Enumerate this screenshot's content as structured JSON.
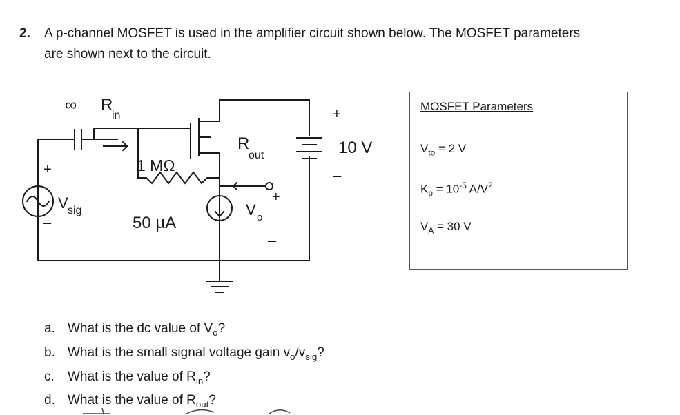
{
  "problem": {
    "number": "2.",
    "text_line1": "A p-channel MOSFET is used in the amplifier circuit shown below. The MOSFET parameters",
    "text_line2": "are shown next to the circuit."
  },
  "circuit": {
    "infinity_symbol": "∞",
    "rin_label": "R",
    "rin_sub": "in",
    "resistor_label": "1 MΩ",
    "current_label": "50 µA",
    "rout_label": "R",
    "rout_sub": "out",
    "vsig_label": "V",
    "vsig_sub": "sig",
    "vsig_plus": "+",
    "vsig_minus": "–",
    "vo_label": "V",
    "vo_sub": "o",
    "vo_plus": "+",
    "vo_minus": "–",
    "supply_label": "10 V",
    "supply_plus": "+",
    "supply_minus": "–"
  },
  "parameters": {
    "title": "MOSFET Parameters",
    "vto_label": "V",
    "vto_sub": "to",
    "vto_value": " = 2 V",
    "kp_label": "K",
    "kp_sub": "p",
    "kp_value_a": " = 10",
    "kp_exp": "-5",
    "kp_value_b": " A/V",
    "kp_exp2": "2",
    "va_label": "V",
    "va_sub": "A",
    "va_value": " = 30 V"
  },
  "questions": [
    {
      "letter": "a.",
      "text": "What is the dc value of V",
      "sub": "o",
      "tail": "?"
    },
    {
      "letter": "b.",
      "text": "What is the small signal voltage gain v",
      "sub": "o",
      "mid": "/v",
      "sub2": "sig",
      "tail": "?"
    },
    {
      "letter": "c.",
      "text": "What is the value of R",
      "sub": "in",
      "tail": "?"
    },
    {
      "letter": "d.",
      "text": "What is the value of R",
      "sub": "out",
      "tail": "?"
    }
  ]
}
